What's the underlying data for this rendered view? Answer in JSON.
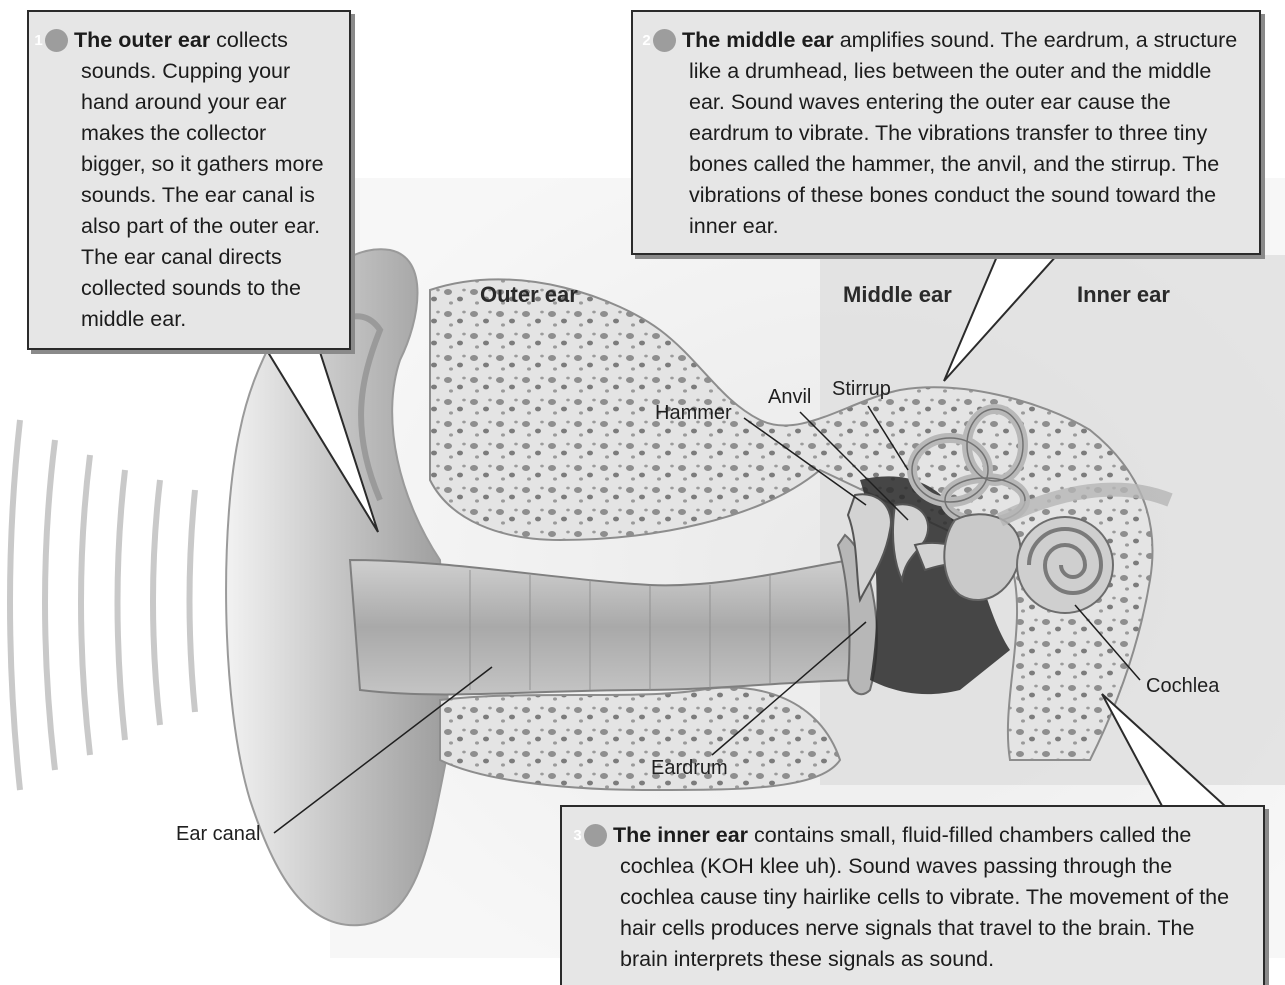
{
  "callouts": {
    "outer": {
      "number": "1",
      "title": "The outer ear",
      "body": " collects sounds. Cupping your hand around your ear makes the collector bigger, so it gathers more sounds. The ear canal is also part of the outer ear. The ear canal directs collected sounds to the middle ear."
    },
    "middle": {
      "number": "2",
      "title": "The middle ear",
      "body": " amplifies sound. The eardrum,  a structure like a drumhead, lies between the outer and the middle ear. Sound waves entering the outer ear cause the eardrum to vibrate. The vibrations transfer to three tiny bones called the hammer, the anvil, and the stirrup. The vibrations of these bones conduct the sound toward the inner ear."
    },
    "inner": {
      "number": "3",
      "title": "The inner ear",
      "body": " contains small, fluid-filled chambers called the cochlea (KOH klee uh). Sound waves passing through the cochlea cause tiny hairlike cells to vibrate. The movement of the hair cells produces nerve signals that travel to the brain. The brain interprets these signals as sound."
    }
  },
  "regions": {
    "outer": "Outer ear",
    "middle": "Middle ear",
    "inner": "Inner ear"
  },
  "labels": {
    "hammer": "Hammer",
    "anvil": "Anvil",
    "stirrup": "Stirrup",
    "cochlea": "Cochlea",
    "eardrum": "Eardrum",
    "ear_canal": "Ear canal"
  }
}
